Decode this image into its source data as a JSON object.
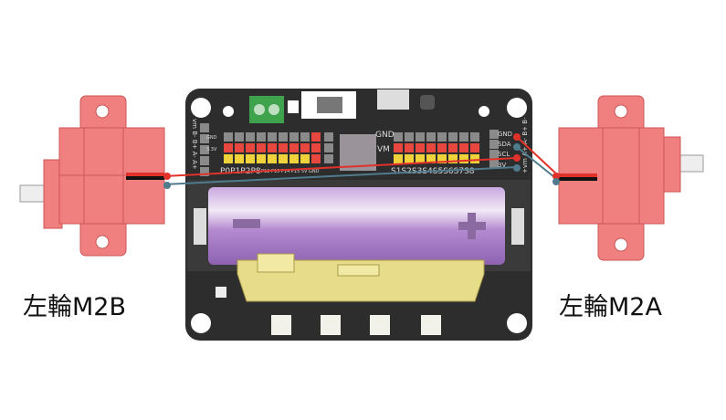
{
  "labels": {
    "left_motor": "左輪M2B",
    "right_motor": "左輪M2A"
  },
  "board": {
    "left_header": [
      "vm",
      "B-",
      "B+",
      "A-",
      "A+"
    ],
    "right_header": [
      "+vm",
      "A+",
      "A-",
      "B+",
      "B-"
    ],
    "i2c_pins": [
      "GND",
      "SDA",
      "SCL",
      "3V"
    ],
    "row_labels": [
      "GND",
      "3.3V"
    ],
    "center_labels": [
      "GND",
      "VM"
    ],
    "bottom_left": "P0P1P2P8",
    "bottom_left_small": "P12 P13 P14 P15  5V  GND",
    "bottom_right": "S1S2S3S4S5S6S7S8"
  },
  "colors": {
    "board": "#2d2d2d",
    "motor": "#f07f80",
    "red_wire": "#e0322a",
    "blue_wire": "#4f7b8c",
    "battery": "#b58fd0",
    "slot": "#e7dc8a"
  }
}
